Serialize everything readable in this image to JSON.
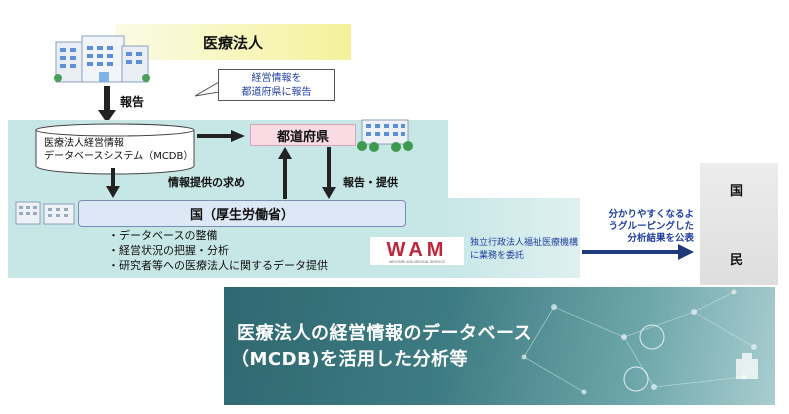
{
  "corporation": {
    "label": "医療法人"
  },
  "bubble": {
    "line1": "経営情報を",
    "line2": "都道府県に報告"
  },
  "arrows": {
    "report": "報告",
    "request": "情報提供の求め",
    "reply": "報告・提供"
  },
  "database": {
    "line1": "医療法人経営情報",
    "line2": "データベースシステム（MCDB）"
  },
  "prefecture": {
    "label": "都道府県"
  },
  "national": {
    "label": "国（厚生労働省）"
  },
  "tasks": [
    "・データベースの整備",
    "・経営状況の把握・分析",
    "・研究者等への医療法人に関するデータ提供"
  ],
  "wam": {
    "logo_text": "WAM",
    "logo_sub": "WELFARE AND MEDICAL SERVICE",
    "note": "独立行政法人福祉医療機構に業務を委託"
  },
  "public": {
    "note_line1": "分かりやすくなるよ",
    "note_line2": "うグルーピングした",
    "note_line3": "分析結果を公表"
  },
  "people": {
    "top": "国",
    "bottom": "民"
  },
  "banner": {
    "line1": "医療法人の経営情報のデータベース",
    "line2": "（MCDB)を活用した分析等"
  },
  "colors": {
    "panel": "#c7e6e6",
    "accent_blue": "#1f3fa0",
    "wam_red": "#c0263a",
    "banner": "#3d7b82"
  }
}
